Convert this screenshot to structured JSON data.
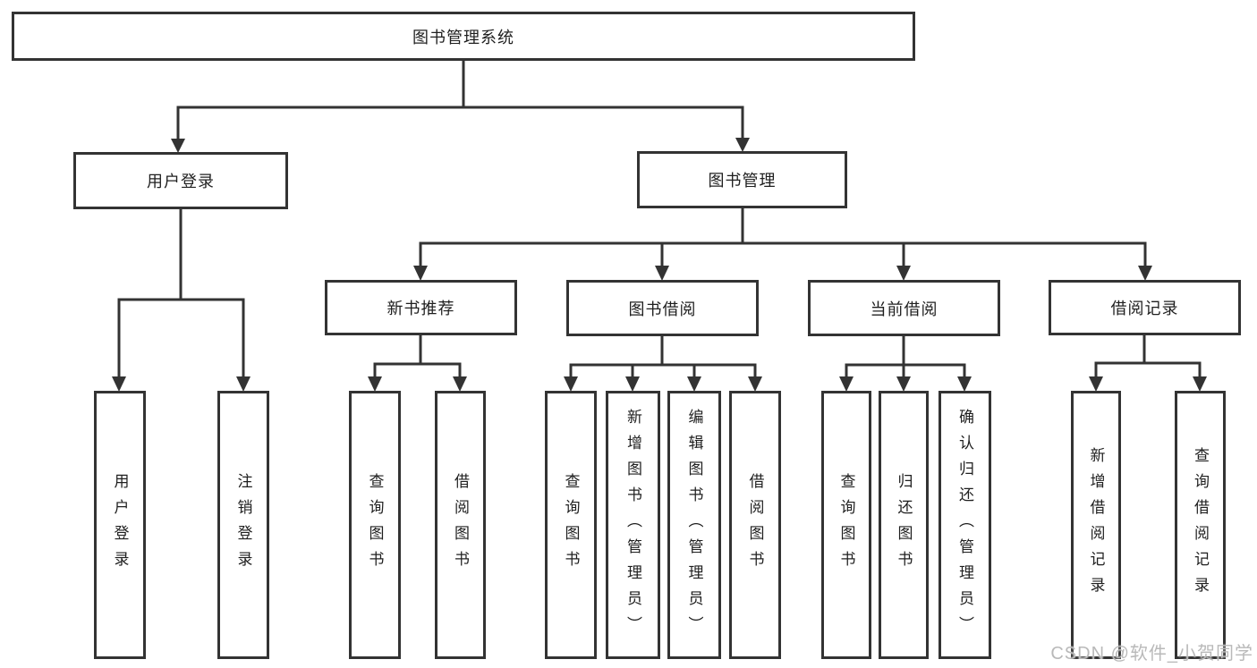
{
  "diagram": {
    "root": "图书管理系统",
    "level2": {
      "user": "用户登录",
      "book": "图书管理"
    },
    "level3": {
      "recommend": "新书推荐",
      "borrow": "图书借阅",
      "current": "当前借阅",
      "records": "借阅记录"
    },
    "leaves": {
      "user": [
        "用户登录",
        "注销登录"
      ],
      "recommend": [
        "查询图书",
        "借阅图书"
      ],
      "borrow": [
        "查询图书",
        "新增图书（管理员）",
        "编辑图书（管理员）",
        "借阅图书"
      ],
      "current": [
        "查询图书",
        "归还图书",
        "确认归还（管理员）"
      ],
      "records": [
        "新增借阅记录",
        "查询借阅记录"
      ]
    }
  },
  "watermark": {
    "text": "CSDN @软件_小贺同学"
  },
  "colors": {
    "line": "#333333",
    "text": "#1f1f1f",
    "bg": "#ffffff",
    "watermark": "#b9b9b9"
  }
}
